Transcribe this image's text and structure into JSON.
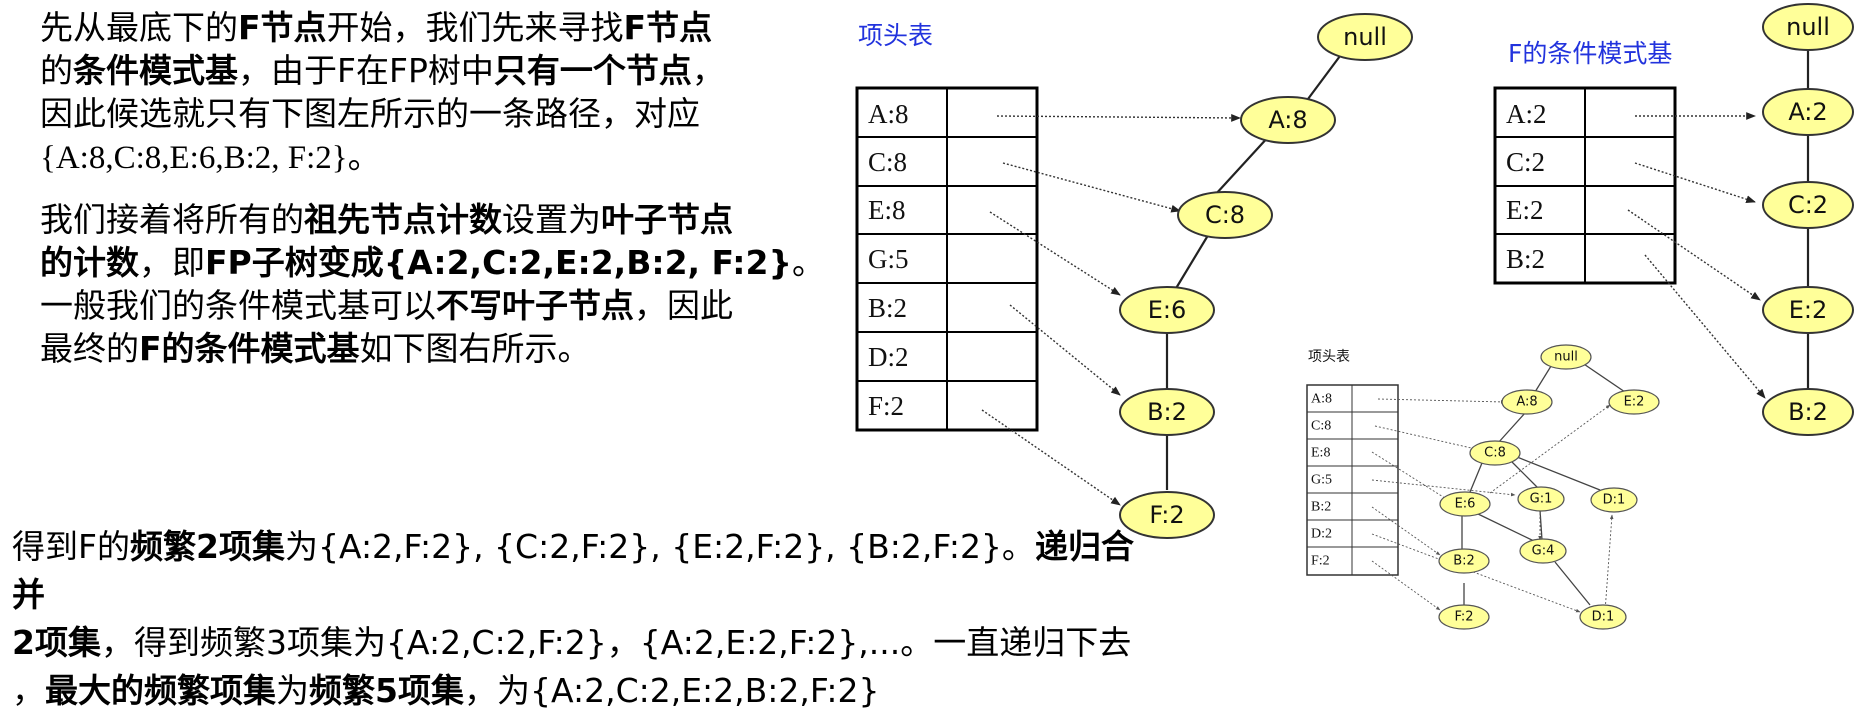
{
  "text": {
    "p1": {
      "s1": "先从最底下的",
      "s2": "F节点",
      "s3": "开始，我们先来寻找",
      "s4": "F节点",
      "s5": "的",
      "s6": "条件模式基",
      "s7": "，由于F在FP树中",
      "s8": "只有一个节点",
      "s9": "，",
      "s10": "因此候选就只有下图左所示的一条路径，对应",
      "s11": "{A:8,C:8,E:6,B:2, F:2}",
      "s12": "。"
    },
    "p2": {
      "s1": "我们接着将所有的",
      "s2": "祖先节点计数",
      "s3": "设置为",
      "s4": "叶子节点",
      "s5": "的计数",
      "s6": "，即",
      "s7": "FP子树变成{A:2,C:2,E:2,B:2, F:2}",
      "s8": "。",
      "s9": "一般我们的条件模式基可以",
      "s10": "不写叶子节点",
      "s11": "，因此",
      "s12": "最终的",
      "s13": "F的条件模式基",
      "s14": "如下图右所示。"
    },
    "p3": {
      "s1": "得到F的",
      "s2": "频繁2项集",
      "s3": "为{A:2,F:2}, {C:2,F:2}, {E:2,F:2}, {B:2,F:2}。",
      "s4": "递归合并",
      "s5": "2项集",
      "s6": "，得到频繁3项集为{A:2,C:2,F:2}，{A:2,E:2,F:2},...。一直递归下去",
      "s7": "，",
      "s8": "最大的频繁项集",
      "s9": "为",
      "s10": "频繁5项集",
      "s11": "，为{A:2,C:2,E:2,B:2,F:2}"
    }
  },
  "left_tree": {
    "header_title": "项头表",
    "header_items": [
      "A:8",
      "C:8",
      "E:8",
      "G:5",
      "B:2",
      "D:2",
      "F:2"
    ],
    "nodes": [
      "null",
      "A:8",
      "C:8",
      "E:6",
      "B:2",
      "F:2"
    ]
  },
  "right_tree": {
    "title": "F的条件模式基",
    "header_items": [
      "A:2",
      "C:2",
      "E:2",
      "B:2"
    ],
    "nodes": [
      "null",
      "A:2",
      "C:2",
      "E:2",
      "B:2"
    ]
  },
  "small_tree": {
    "header_title": "项头表",
    "header_items": [
      "A:8",
      "C:8",
      "E:8",
      "G:5",
      "B:2",
      "D:2",
      "F:2"
    ],
    "nodes": [
      "null",
      "A:8",
      "E:2",
      "C:8",
      "E:6",
      "G:1",
      "D:1",
      "B:2",
      "G:4",
      "F:2",
      "D:1"
    ]
  },
  "colors": {
    "node_fill": "#ffff99",
    "title_blue": "#2233dd"
  }
}
